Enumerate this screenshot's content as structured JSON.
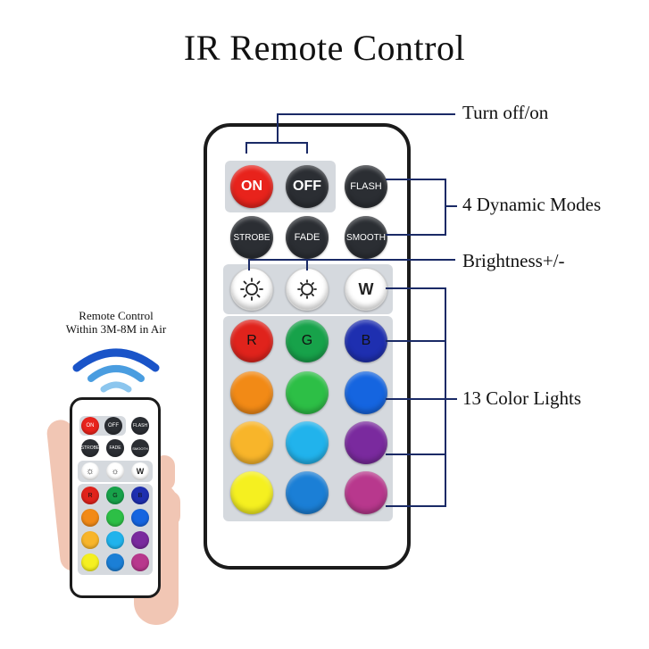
{
  "title": "IR Remote Control",
  "annotations": {
    "turn_off_on": "Turn off/on",
    "dynamic_modes": "4 Dynamic Modes",
    "brightness": "Brightness+/-",
    "color_lights": "13 Color Lights"
  },
  "side_caption": {
    "line1": "Remote Control",
    "line2": "Within 3M-8M in Air"
  },
  "buttons": {
    "on": "ON",
    "off": "OFF",
    "flash": "FLASH",
    "strobe": "STROBE",
    "fade": "FADE",
    "smooth": "SMOOTH",
    "bright_up_icon": "brightness-up-icon",
    "bright_down_icon": "brightness-down-icon",
    "w": "W",
    "r": "R",
    "g": "G",
    "b": "B"
  },
  "colors": {
    "on_red": "#e8231c",
    "red": "#e0231c",
    "green": "#17a24a",
    "blue": "#1e2fb0",
    "row2": [
      "#f28a16",
      "#2dbf46",
      "#1565e0"
    ],
    "row3": [
      "#f8b52a",
      "#21b3ec",
      "#7a2a9e"
    ],
    "row4": [
      "#f5f020",
      "#1b7fd6",
      "#b8388d"
    ],
    "signal": [
      "#1a54c8",
      "#4a9de0",
      "#8cc6ee"
    ]
  }
}
